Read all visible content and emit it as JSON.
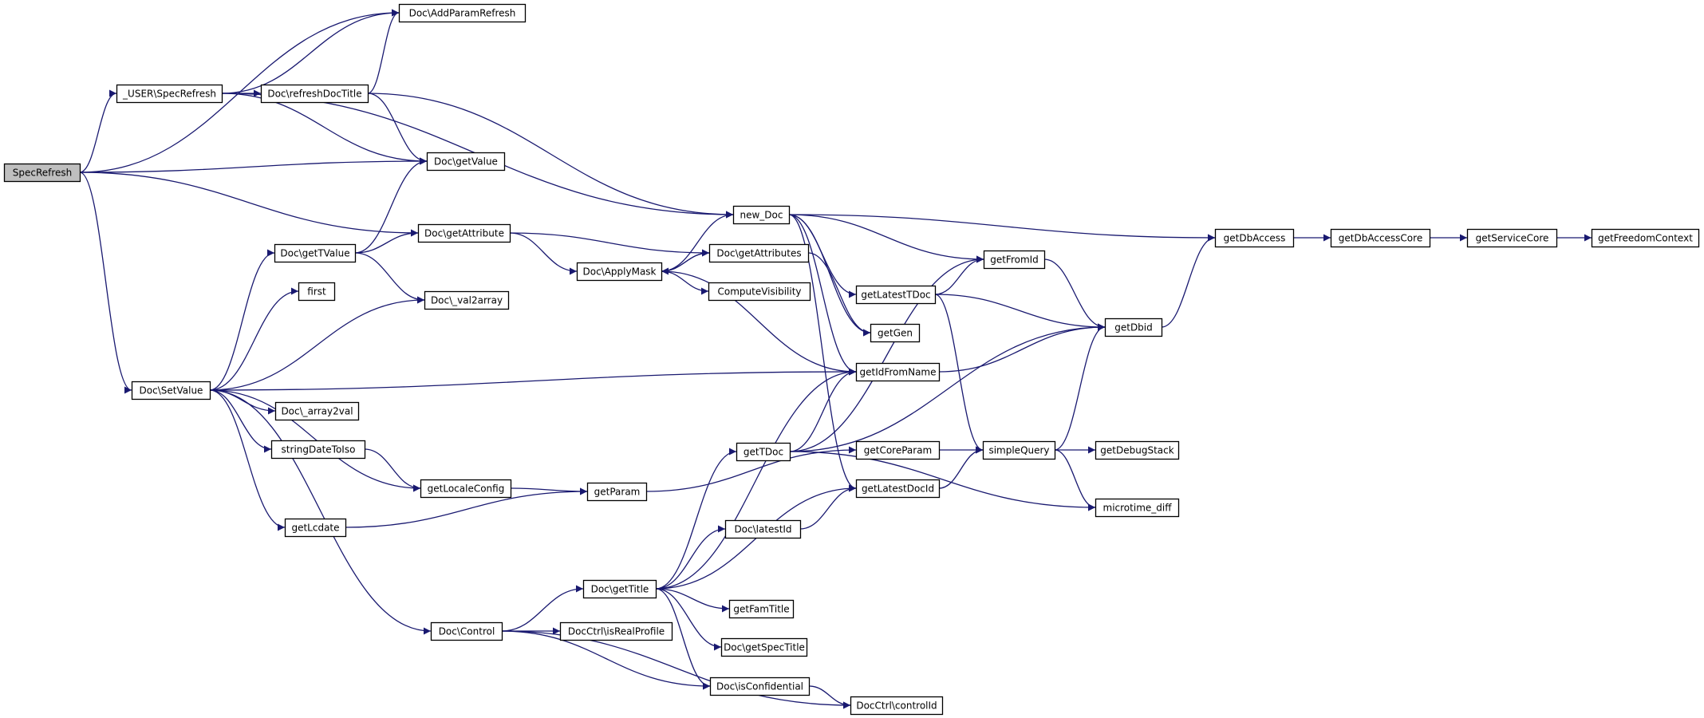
{
  "colors": {
    "edge": "#191970",
    "root_fill": "#bfbfbf",
    "node_fill": "#ffffff",
    "border": "#000000"
  },
  "nodes": [
    {
      "id": "SpecRefresh",
      "label": "SpecRefresh",
      "root": true
    },
    {
      "id": "AddParamRefresh",
      "label": "Doc\\AddParamRefresh"
    },
    {
      "id": "USERSpecRefresh",
      "label": "_USER\\SpecRefresh"
    },
    {
      "id": "refreshDocTitle",
      "label": "Doc\\refreshDocTitle"
    },
    {
      "id": "getValue",
      "label": "Doc\\getValue"
    },
    {
      "id": "getAttribute",
      "label": "Doc\\getAttribute"
    },
    {
      "id": "getTValue",
      "label": "Doc\\getTValue"
    },
    {
      "id": "first",
      "label": "first"
    },
    {
      "id": "val2array",
      "label": "Doc\\_val2array"
    },
    {
      "id": "SetValue",
      "label": "Doc\\SetValue"
    },
    {
      "id": "array2val",
      "label": "Doc\\_array2val"
    },
    {
      "id": "stringDateToIso",
      "label": "stringDateToIso"
    },
    {
      "id": "getLocaleConfig",
      "label": "getLocaleConfig"
    },
    {
      "id": "getLcdate",
      "label": "getLcdate"
    },
    {
      "id": "Control",
      "label": "Doc\\Control"
    },
    {
      "id": "new_Doc",
      "label": "new_Doc"
    },
    {
      "id": "ApplyMask",
      "label": "Doc\\ApplyMask"
    },
    {
      "id": "getAttributes",
      "label": "Doc\\getAttributes"
    },
    {
      "id": "ComputeVisibility",
      "label": "ComputeVisibility"
    },
    {
      "id": "getParam",
      "label": "getParam"
    },
    {
      "id": "getTitle",
      "label": "Doc\\getTitle"
    },
    {
      "id": "isRealProfile",
      "label": "DocCtrl\\isRealProfile"
    },
    {
      "id": "getTDoc",
      "label": "getTDoc"
    },
    {
      "id": "latestId",
      "label": "Doc\\latestId"
    },
    {
      "id": "getFamTitle",
      "label": "getFamTitle"
    },
    {
      "id": "getSpecTitle",
      "label": "Doc\\getSpecTitle"
    },
    {
      "id": "isConfidential",
      "label": "Doc\\isConfidential"
    },
    {
      "id": "controlId",
      "label": "DocCtrl\\controlId"
    },
    {
      "id": "getFromId",
      "label": "getFromId"
    },
    {
      "id": "getLatestTDoc",
      "label": "getLatestTDoc"
    },
    {
      "id": "getGen",
      "label": "getGen"
    },
    {
      "id": "getIdFromName",
      "label": "getIdFromName"
    },
    {
      "id": "getCoreParam",
      "label": "getCoreParam"
    },
    {
      "id": "getLatestDocId",
      "label": "getLatestDocId"
    },
    {
      "id": "simpleQuery",
      "label": "simpleQuery"
    },
    {
      "id": "getDebugStack",
      "label": "getDebugStack"
    },
    {
      "id": "microtime_diff",
      "label": "microtime_diff"
    },
    {
      "id": "getDbid",
      "label": "getDbid"
    },
    {
      "id": "getDbAccess",
      "label": "getDbAccess"
    },
    {
      "id": "getDbAccessCore",
      "label": "getDbAccessCore"
    },
    {
      "id": "getServiceCore",
      "label": "getServiceCore"
    },
    {
      "id": "getFreedomContext",
      "label": "getFreedomContext"
    }
  ],
  "edges": [
    [
      "SpecRefresh",
      "AddParamRefresh"
    ],
    [
      "SpecRefresh",
      "USERSpecRefresh"
    ],
    [
      "SpecRefresh",
      "getValue"
    ],
    [
      "SpecRefresh",
      "getAttribute"
    ],
    [
      "SpecRefresh",
      "SetValue"
    ],
    [
      "USERSpecRefresh",
      "AddParamRefresh"
    ],
    [
      "USERSpecRefresh",
      "refreshDocTitle"
    ],
    [
      "USERSpecRefresh",
      "getValue"
    ],
    [
      "USERSpecRefresh",
      "new_Doc"
    ],
    [
      "refreshDocTitle",
      "AddParamRefresh"
    ],
    [
      "refreshDocTitle",
      "getValue"
    ],
    [
      "refreshDocTitle",
      "new_Doc"
    ],
    [
      "getTValue",
      "getValue"
    ],
    [
      "getTValue",
      "getAttribute"
    ],
    [
      "getTValue",
      "val2array"
    ],
    [
      "getAttribute",
      "getAttributes"
    ],
    [
      "getAttribute",
      "ApplyMask"
    ],
    [
      "SetValue",
      "getTValue"
    ],
    [
      "SetValue",
      "first"
    ],
    [
      "SetValue",
      "val2array"
    ],
    [
      "SetValue",
      "getIdFromName"
    ],
    [
      "SetValue",
      "array2val"
    ],
    [
      "SetValue",
      "stringDateToIso"
    ],
    [
      "SetValue",
      "getLocaleConfig"
    ],
    [
      "SetValue",
      "getLcdate"
    ],
    [
      "SetValue",
      "Control"
    ],
    [
      "stringDateToIso",
      "getLocaleConfig"
    ],
    [
      "getLocaleConfig",
      "getParam"
    ],
    [
      "getLcdate",
      "getParam"
    ],
    [
      "getParam",
      "getCoreParam"
    ],
    [
      "Control",
      "getTitle"
    ],
    [
      "Control",
      "isRealProfile"
    ],
    [
      "Control",
      "isConfidential"
    ],
    [
      "Control",
      "controlId"
    ],
    [
      "ApplyMask",
      "new_Doc"
    ],
    [
      "ApplyMask",
      "getAttributes"
    ],
    [
      "ApplyMask",
      "ComputeVisibility"
    ],
    [
      "ApplyMask",
      "getIdFromName"
    ],
    [
      "getAttributes",
      "ApplyMask"
    ],
    [
      "getAttributes",
      "getGen"
    ],
    [
      "new_Doc",
      "getDbAccess"
    ],
    [
      "new_Doc",
      "getFromId"
    ],
    [
      "new_Doc",
      "getLatestTDoc"
    ],
    [
      "new_Doc",
      "getGen"
    ],
    [
      "new_Doc",
      "getIdFromName"
    ],
    [
      "new_Doc",
      "getLatestDocId"
    ],
    [
      "getTitle",
      "getIdFromName"
    ],
    [
      "getTitle",
      "getTDoc"
    ],
    [
      "getTitle",
      "latestId"
    ],
    [
      "getTitle",
      "getLatestDocId"
    ],
    [
      "getTitle",
      "getFamTitle"
    ],
    [
      "getTitle",
      "getSpecTitle"
    ],
    [
      "getTitle",
      "isConfidential"
    ],
    [
      "isConfidential",
      "controlId"
    ],
    [
      "getTDoc",
      "getFromId"
    ],
    [
      "getTDoc",
      "getIdFromName"
    ],
    [
      "getTDoc",
      "getDbid"
    ],
    [
      "getTDoc",
      "microtime_diff"
    ],
    [
      "latestId",
      "getLatestDocId"
    ],
    [
      "getLatestTDoc",
      "getFromId"
    ],
    [
      "getLatestTDoc",
      "getDbid"
    ],
    [
      "getLatestTDoc",
      "simpleQuery"
    ],
    [
      "getIdFromName",
      "getDbid"
    ],
    [
      "getFromId",
      "getDbid"
    ],
    [
      "getCoreParam",
      "simpleQuery"
    ],
    [
      "getLatestDocId",
      "simpleQuery"
    ],
    [
      "simpleQuery",
      "getDbid"
    ],
    [
      "simpleQuery",
      "getDebugStack"
    ],
    [
      "simpleQuery",
      "microtime_diff"
    ],
    [
      "getDbid",
      "getDbAccess"
    ],
    [
      "getDbAccess",
      "getDbAccessCore"
    ],
    [
      "getDbAccessCore",
      "getServiceCore"
    ],
    [
      "getServiceCore",
      "getFreedomContext"
    ]
  ]
}
